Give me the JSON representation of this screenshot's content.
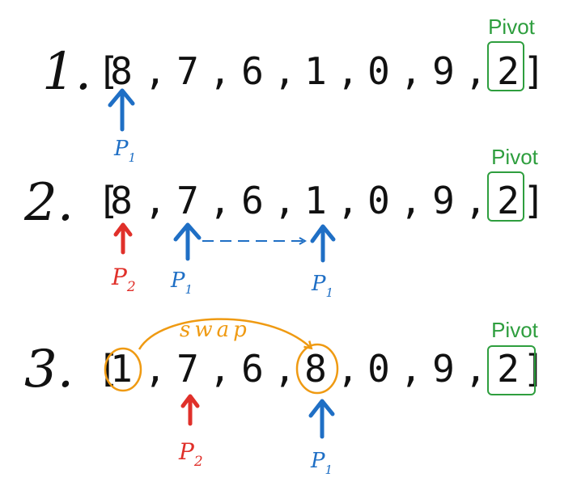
{
  "colors": {
    "ink": "#111111",
    "number": "#111111",
    "pointer_p1": "#1f6fc5",
    "pointer_p2": "#e0302a",
    "pivot": "#2e9e3e",
    "swap": "#ef9a12"
  },
  "steps": [
    {
      "label": "1.",
      "open_bracket": "[",
      "close_bracket": "]",
      "separator": ",",
      "array": [
        "8",
        "7",
        "6",
        "1",
        "0",
        "9",
        "2"
      ],
      "pivot_label": "Pivot",
      "p1": {
        "text": "P",
        "sub": "1"
      }
    },
    {
      "label": "2.",
      "open_bracket": "[",
      "close_bracket": "]",
      "separator": ",",
      "array": [
        "8",
        "7",
        "6",
        "1",
        "0",
        "9",
        "2"
      ],
      "pivot_label": "Pivot",
      "p2": {
        "text": "P",
        "sub": "2"
      },
      "p1_from": {
        "text": "P",
        "sub": "1"
      },
      "p1_to": {
        "text": "P",
        "sub": "1"
      }
    },
    {
      "label": "3.",
      "open_bracket": "[",
      "close_bracket": "]",
      "separator": ",",
      "array": [
        "1",
        "7",
        "6",
        "8",
        "0",
        "9",
        "2"
      ],
      "pivot_label": "Pivot",
      "swap_label": "swap",
      "p2": {
        "text": "P",
        "sub": "2"
      },
      "p1": {
        "text": "P",
        "sub": "1"
      }
    }
  ]
}
